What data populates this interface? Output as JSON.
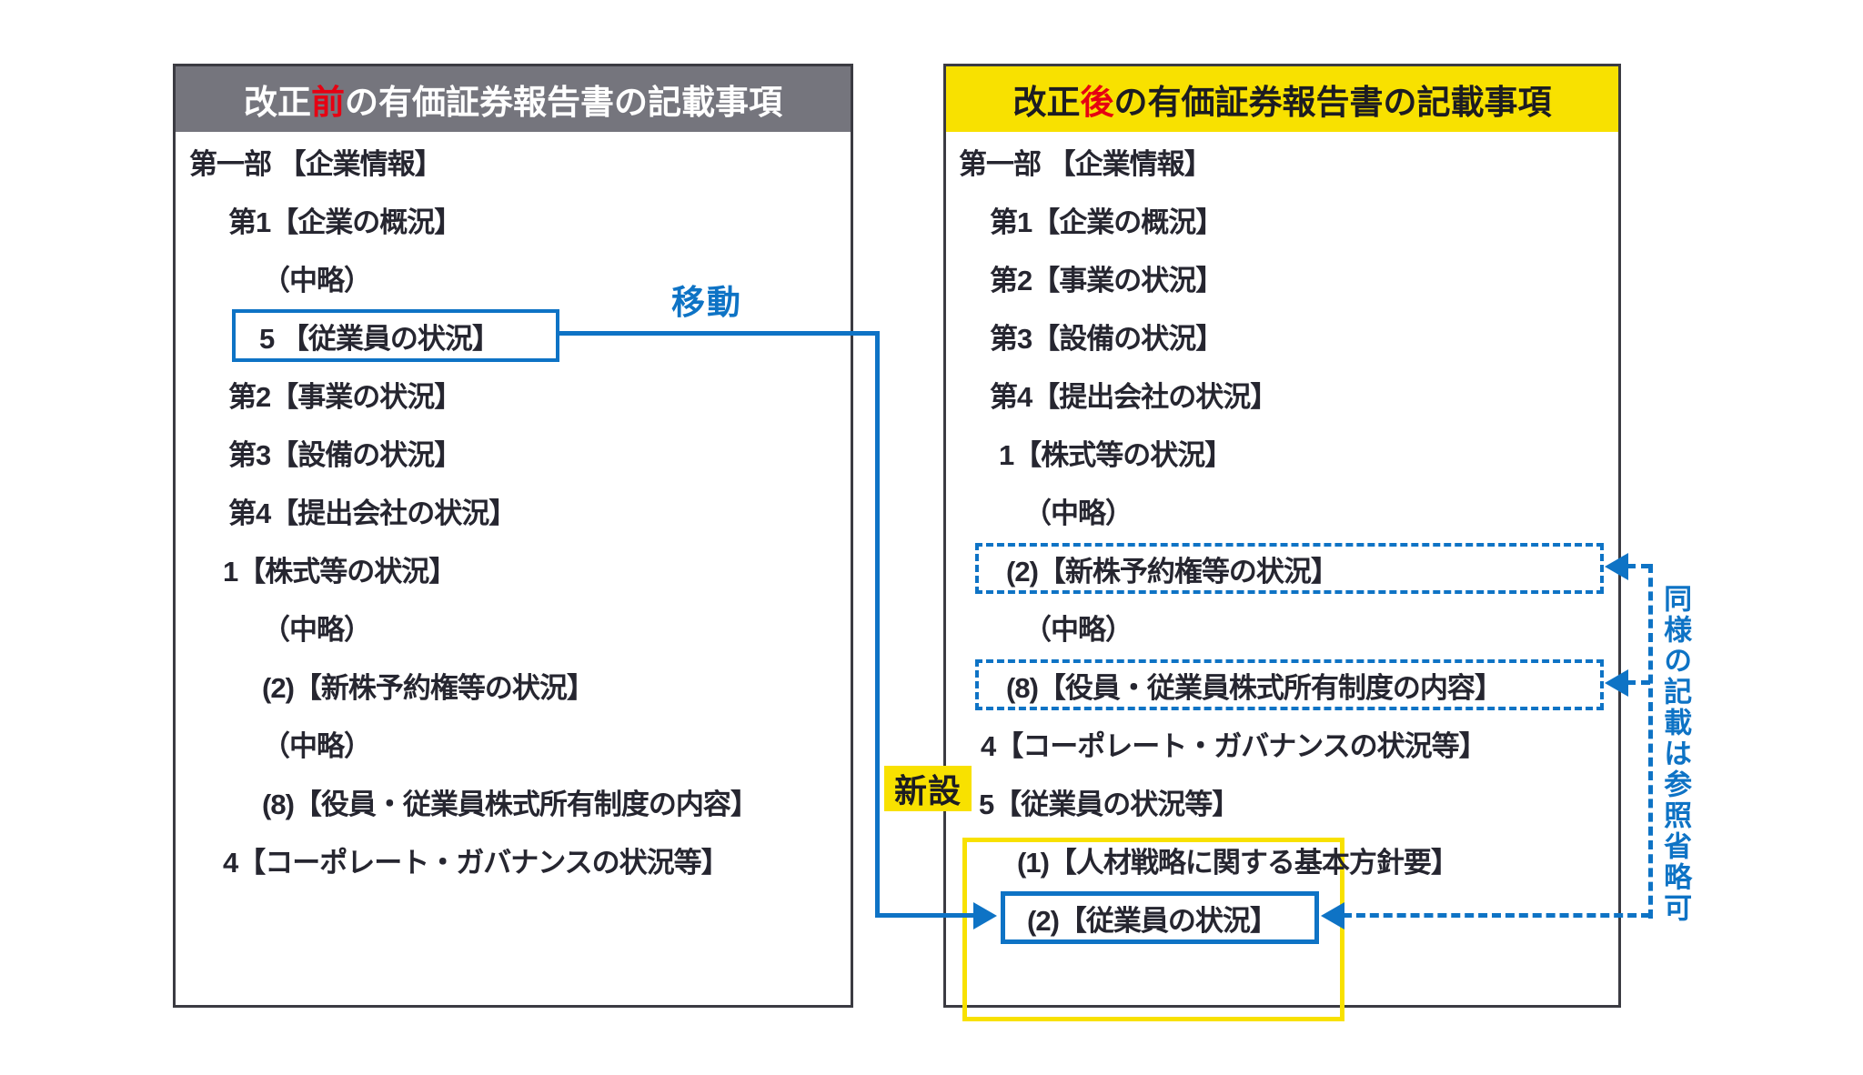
{
  "left_panel": {
    "title": {
      "pre": "改正",
      "mark": "前",
      "post": "の有価証券報告書の記載事項"
    },
    "rows": [
      {
        "text": "第一部 【企業情報】"
      },
      {
        "text": "第1【企業の概況】"
      },
      {
        "text": "（中略）"
      },
      {
        "text": "5 【従業員の状況】"
      },
      {
        "text": "第2【事業の状況】"
      },
      {
        "text": "第3【設備の状況】"
      },
      {
        "text": "第4【提出会社の状況】"
      },
      {
        "text": "1【株式等の状況】"
      },
      {
        "text": "（中略）"
      },
      {
        "text": "(2)【新株予約権等の状況】"
      },
      {
        "text": "（中略）"
      },
      {
        "text": "(8)【役員・従業員株式所有制度の内容】"
      },
      {
        "text": "4【コーポレート・ガバナンスの状況等】"
      }
    ]
  },
  "right_panel": {
    "title": {
      "pre": "改正",
      "mark": "後",
      "post": "の有価証券報告書の記載事項"
    },
    "rows": [
      {
        "text": "第一部 【企業情報】"
      },
      {
        "text": "第1【企業の概況】"
      },
      {
        "text": "第2【事業の状況】"
      },
      {
        "text": "第3【設備の状況】"
      },
      {
        "text": "第4【提出会社の状況】"
      },
      {
        "text": "1【株式等の状況】"
      },
      {
        "text": "（中略）"
      },
      {
        "text": "(2)【新株予約権等の状況】"
      },
      {
        "text": "（中略）"
      },
      {
        "text": "(8)【役員・従業員株式所有制度の内容】"
      },
      {
        "text": "4【コーポレート・ガバナンスの状況等】"
      },
      {
        "text": "5【従業員の状況等】"
      },
      {
        "text": "(1)【人材戦略に関する基本方針要】"
      },
      {
        "text": "(2)【従業員の状況】"
      }
    ]
  },
  "annotations": {
    "move_label": "移動",
    "new_section_label": "新設",
    "side_note": "同様の記載は参照省略可"
  },
  "colors": {
    "accent_blue": "#0e73c5",
    "highlight_yellow": "#f8e100",
    "header_gray": "#75757d",
    "accent_red": "#e60012",
    "ink": "#262630"
  }
}
